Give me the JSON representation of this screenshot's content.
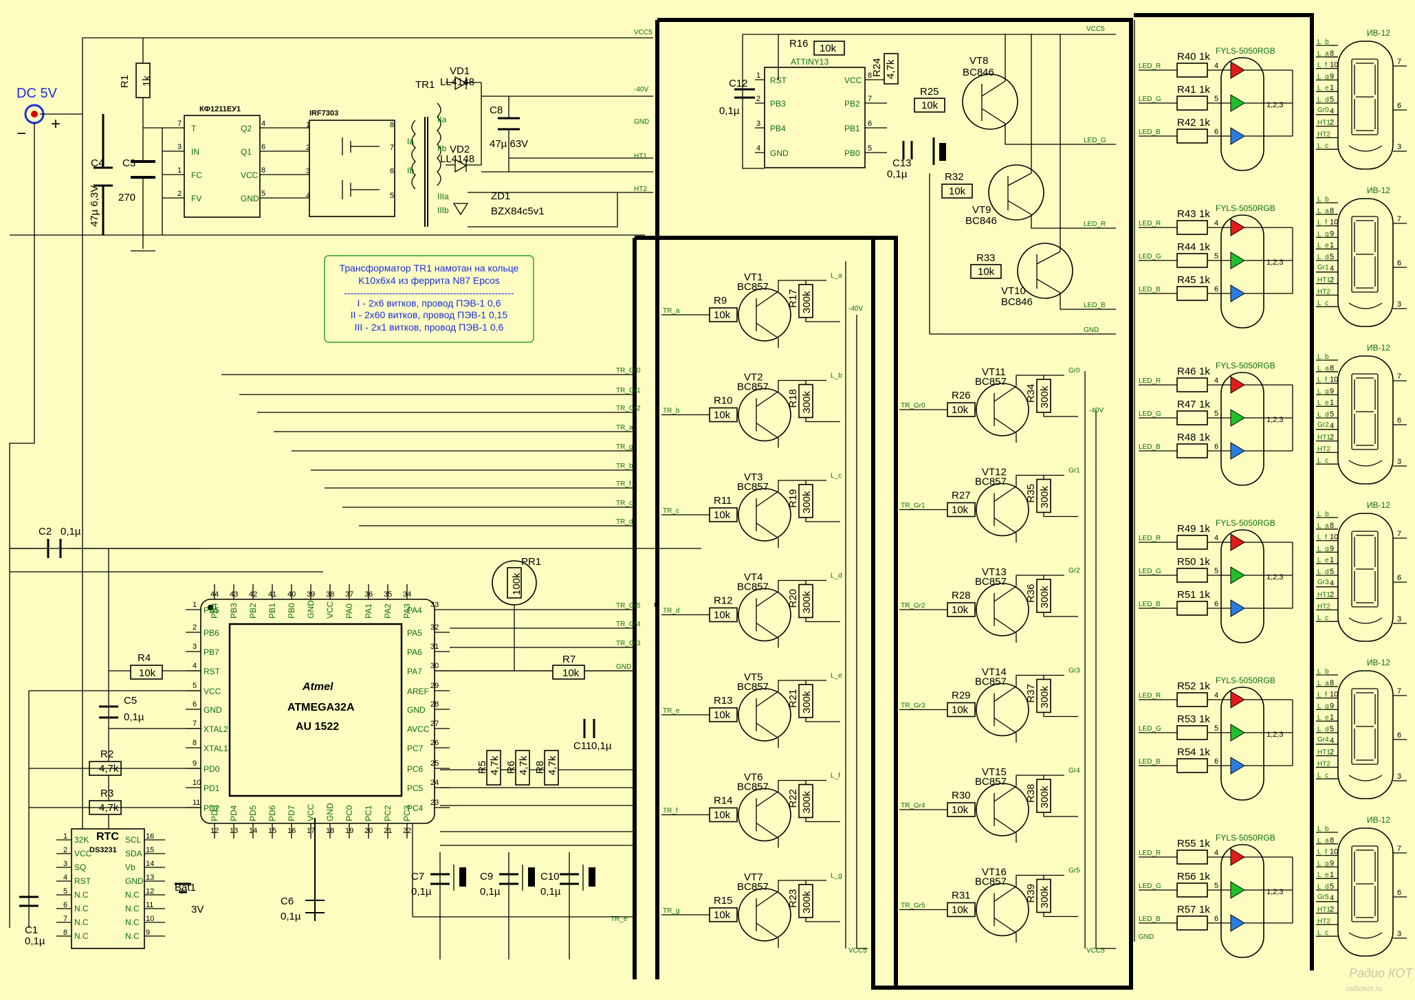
{
  "power": {
    "label": "DC 5V",
    "plus": "+",
    "minus": "−"
  },
  "transformer_note": {
    "lines": [
      "Трансформатор TR1 намотан на кольце",
      "K10x6x4 из феррита N87 Epcos",
      "-----------------------------------------------------",
      "I -  2x6 витков, провод ПЭВ-1 0,6",
      "II -  2x60 витков, провод ПЭВ-1 0,15",
      "III - 2x1 витков, провод ПЭВ-1 0,6"
    ]
  },
  "components": {
    "R1": {
      "ref": "R1",
      "val": "1k"
    },
    "C3": {
      "ref": "C3",
      "val": "270"
    },
    "C4": {
      "ref": "C4",
      "val": "47µ 6,3V"
    },
    "U1": {
      "ref": "КФ1211ЕУ1",
      "pins_l": [
        "T",
        "IN",
        "FC",
        "FV"
      ],
      "pins_r": [
        "Q2",
        "Q1",
        "VCC",
        "GND"
      ],
      "nums_l": [
        "7",
        "3",
        "1",
        "2"
      ],
      "nums_r": [
        "4",
        "6",
        "8",
        "5"
      ]
    },
    "U2": {
      "ref": "IRF7303"
    },
    "TR1": {
      "ref": "TR1"
    },
    "VD1": {
      "ref": "VD1",
      "val": "LL4148"
    },
    "VD2": {
      "ref": "VD2",
      "val": "LL4148"
    },
    "ZD1": {
      "ref": "ZD1",
      "val": "BZX84c5v1"
    },
    "C8": {
      "ref": "C8",
      "val": "47µ 63V"
    },
    "C12": {
      "ref": "C12",
      "val": "0,1µ"
    },
    "C13": {
      "ref": "C13",
      "val": "0,1µ"
    },
    "R16": {
      "ref": "R16",
      "val": "10k"
    },
    "R24": {
      "ref": "R24",
      "val": "4,7k"
    },
    "R25": {
      "ref": "R25",
      "val": "10k"
    },
    "R32": {
      "ref": "R32",
      "val": "10k"
    },
    "R33": {
      "ref": "R33",
      "val": "10k"
    },
    "U3": {
      "ref": "ATTINY13",
      "pins_l": [
        "RST",
        "PB3",
        "PB4",
        "GND"
      ],
      "pins_r": [
        "VCC",
        "PB2",
        "PB1",
        "PB0"
      ]
    },
    "VT8": {
      "ref": "VT8",
      "val": "BC846"
    },
    "VT9": {
      "ref": "VT9",
      "val": "BC846"
    },
    "VT10": {
      "ref": "VT10",
      "val": "BC846"
    },
    "MCU": {
      "name": "ATMEGA32A",
      "code": "AU 1522",
      "logo": "Atmel"
    },
    "RTC": {
      "name": "RTC",
      "chip": "DS3231",
      "pins_l": [
        "32K",
        "VCC",
        "SQ",
        "RST",
        "N.C",
        "N.C",
        "N.C",
        "N.C"
      ],
      "pins_r": [
        "SCL",
        "SDA",
        "Vb",
        "GND",
        "N.C",
        "N.C",
        "N.C",
        "N.C"
      ],
      "nums_l": [
        "1",
        "2",
        "3",
        "4",
        "5",
        "6",
        "7",
        "8"
      ],
      "nums_r": [
        "16",
        "15",
        "14",
        "13",
        "12",
        "11",
        "10",
        "9"
      ]
    },
    "Bat1": {
      "ref": "Bat1",
      "val": "3V"
    },
    "C1": {
      "ref": "C1",
      "val": "0,1µ"
    },
    "C2": {
      "ref": "C2",
      "val": "0,1µ"
    },
    "C5": {
      "ref": "C5",
      "val": "0,1µ"
    },
    "C6": {
      "ref": "C6",
      "val": "0,1µ"
    },
    "C7": {
      "ref": "C7",
      "val": "0,1µ"
    },
    "C9": {
      "ref": "C9",
      "val": "0,1µ"
    },
    "C10": {
      "ref": "C10",
      "val": "0,1µ"
    },
    "C11": {
      "ref": "C11",
      "val": "0,1µ"
    },
    "R2": {
      "ref": "R2",
      "val": "4,7k"
    },
    "R3": {
      "ref": "R3",
      "val": "4,7k"
    },
    "R4": {
      "ref": "R4",
      "val": "10k"
    },
    "R5": {
      "ref": "R5",
      "val": "4,7k"
    },
    "R6": {
      "ref": "R6",
      "val": "4,7k"
    },
    "R7": {
      "ref": "R7",
      "val": "10k"
    },
    "R8": {
      "ref": "R8",
      "val": "4,7k"
    },
    "PR1": {
      "ref": "PR1",
      "val": "100k"
    }
  },
  "mcu_pins": {
    "top": [
      {
        "n": "44",
        "s": "PB4"
      },
      {
        "n": "43",
        "s": "PB3"
      },
      {
        "n": "42",
        "s": "PB2"
      },
      {
        "n": "41",
        "s": "PB1"
      },
      {
        "n": "40",
        "s": "PB0"
      },
      {
        "n": "39",
        "s": "GND"
      },
      {
        "n": "38",
        "s": "VCC"
      },
      {
        "n": "37",
        "s": "PA0"
      },
      {
        "n": "36",
        "s": "PA1"
      },
      {
        "n": "35",
        "s": "PA2"
      },
      {
        "n": "34",
        "s": "PA3"
      }
    ],
    "left": [
      {
        "n": "1",
        "s": "PB5"
      },
      {
        "n": "2",
        "s": "PB6"
      },
      {
        "n": "3",
        "s": "PB7"
      },
      {
        "n": "4",
        "s": "RST"
      },
      {
        "n": "5",
        "s": "VCC"
      },
      {
        "n": "6",
        "s": "GND"
      },
      {
        "n": "7",
        "s": "XTAL2"
      },
      {
        "n": "8",
        "s": "XTAL1"
      },
      {
        "n": "9",
        "s": "PD0"
      },
      {
        "n": "10",
        "s": "PD1"
      },
      {
        "n": "11",
        "s": "PD2"
      }
    ],
    "right": [
      {
        "n": "33",
        "s": "PA4"
      },
      {
        "n": "32",
        "s": "PA5"
      },
      {
        "n": "31",
        "s": "PA6"
      },
      {
        "n": "30",
        "s": "PA7"
      },
      {
        "n": "29",
        "s": "AREF"
      },
      {
        "n": "28",
        "s": "GND"
      },
      {
        "n": "27",
        "s": "AVCC"
      },
      {
        "n": "26",
        "s": "PC7"
      },
      {
        "n": "25",
        "s": "PC6"
      },
      {
        "n": "24",
        "s": "PC5"
      },
      {
        "n": "23",
        "s": "PC4"
      }
    ],
    "bottom": [
      {
        "n": "12",
        "s": "PD3"
      },
      {
        "n": "13",
        "s": "PD4"
      },
      {
        "n": "14",
        "s": "PD5"
      },
      {
        "n": "15",
        "s": "PD6"
      },
      {
        "n": "16",
        "s": "PD7"
      },
      {
        "n": "17",
        "s": "VCC"
      },
      {
        "n": "18",
        "s": "GND"
      },
      {
        "n": "19",
        "s": "PC0"
      },
      {
        "n": "20",
        "s": "PC1"
      },
      {
        "n": "21",
        "s": "PC2"
      },
      {
        "n": "22",
        "s": "PC3"
      }
    ]
  },
  "bus_left": [
    "TR_Gr0",
    "TR_Gr1",
    "TR_Gr2",
    "TR_a",
    "TR_g",
    "TR_b",
    "TR_f",
    "TR_c",
    "TR_d"
  ],
  "bus_right_mcu": [
    "TR_Gr5",
    "TR_Gr4",
    "TR_Gr3",
    "GND"
  ],
  "bus_top": [
    "VCC5",
    "-40V",
    "GND",
    "HT1",
    "HT2"
  ],
  "tr_e": "TR_e",
  "anode_drivers": [
    {
      "vt": "VT1",
      "r": "R9",
      "rv": "10k",
      "rp": "R17",
      "rpv": "300k",
      "in": "TR_a",
      "out": "L_a",
      "type": "BC857"
    },
    {
      "vt": "VT2",
      "r": "R10",
      "rv": "10k",
      "rp": "R18",
      "rpv": "300k",
      "in": "TR_b",
      "out": "L_b",
      "type": "BC857"
    },
    {
      "vt": "VT3",
      "r": "R11",
      "rv": "10k",
      "rp": "R19",
      "rpv": "300k",
      "in": "TR_c",
      "out": "L_c",
      "type": "BC857"
    },
    {
      "vt": "VT4",
      "r": "R12",
      "rv": "10k",
      "rp": "R20",
      "rpv": "300k",
      "in": "TR_d",
      "out": "L_d",
      "type": "BC857"
    },
    {
      "vt": "VT5",
      "r": "R13",
      "rv": "10k",
      "rp": "R21",
      "rpv": "300k",
      "in": "TR_e",
      "out": "L_e",
      "type": "BC857"
    },
    {
      "vt": "VT6",
      "r": "R14",
      "rv": "10k",
      "rp": "R22",
      "rpv": "300k",
      "in": "TR_f",
      "out": "L_f",
      "type": "BC857"
    },
    {
      "vt": "VT7",
      "r": "R15",
      "rv": "10k",
      "rp": "R23",
      "rpv": "300k",
      "in": "TR_g",
      "out": "L_g",
      "type": "BC857"
    }
  ],
  "anode_labels": {
    "m40v": "-40V",
    "vcc5": "VCC5"
  },
  "grid_drivers": [
    {
      "vt": "VT11",
      "r": "R26",
      "rv": "10k",
      "rp": "R34",
      "rpv": "300k",
      "in": "TR_Gr0",
      "out": "Gr0",
      "type": "BC857"
    },
    {
      "vt": "VT12",
      "r": "R27",
      "rv": "10k",
      "rp": "R35",
      "rpv": "300k",
      "in": "TR_Gr1",
      "out": "Gr1",
      "type": "BC857"
    },
    {
      "vt": "VT13",
      "r": "R28",
      "rv": "10k",
      "rp": "R36",
      "rpv": "300k",
      "in": "TR_Gr2",
      "out": "Gr2",
      "type": "BC857"
    },
    {
      "vt": "VT14",
      "r": "R29",
      "rv": "10k",
      "rp": "R37",
      "rpv": "300k",
      "in": "TR_Gr3",
      "out": "Gr3",
      "type": "BC857"
    },
    {
      "vt": "VT15",
      "r": "R30",
      "rv": "10k",
      "rp": "R38",
      "rpv": "300k",
      "in": "TR_Gr4",
      "out": "Gr4",
      "type": "BC857"
    },
    {
      "vt": "VT16",
      "r": "R31",
      "rv": "10k",
      "rp": "R39",
      "rpv": "300k",
      "in": "TR_Gr5",
      "out": "Gr5",
      "type": "BC857"
    }
  ],
  "grid_labels": {
    "m40v": "-40V",
    "vcc5": "VCC5"
  },
  "rgb_top_nets": [
    "VCC5",
    "LED_G",
    "LED_R",
    "LED_B",
    "GND"
  ],
  "led_groups": [
    {
      "name": "FYLS-5050RGB",
      "r": [
        "R40",
        "R41",
        "R42"
      ]
    },
    {
      "name": "FYLS-5050RGB",
      "r": [
        "R43",
        "R44",
        "R45"
      ]
    },
    {
      "name": "FYLS-5050RGB",
      "r": [
        "R46",
        "R47",
        "R48"
      ]
    },
    {
      "name": "FYLS-5050RGB",
      "r": [
        "R49",
        "R50",
        "R51"
      ]
    },
    {
      "name": "FYLS-5050RGB",
      "r": [
        "R52",
        "R53",
        "R54"
      ]
    },
    {
      "name": "FYLS-5050RGB",
      "r": [
        "R55",
        "R56",
        "R57"
      ]
    }
  ],
  "led_common": {
    "rv": "1k",
    "nets": [
      "LED_R",
      "LED_G",
      "LED_B"
    ],
    "pins": [
      "4",
      "5",
      "6"
    ],
    "common": "1,2,3",
    "gnd": "GND"
  },
  "tubes": [
    {
      "name": "ИВ-12",
      "grid": "Gr0"
    },
    {
      "name": "ИВ-12",
      "grid": "Gr1"
    },
    {
      "name": "ИВ-12",
      "grid": "Gr2"
    },
    {
      "name": "ИВ-12",
      "grid": "Gr3"
    },
    {
      "name": "ИВ-12",
      "grid": "Gr4"
    },
    {
      "name": "ИВ-12",
      "grid": "Gr5"
    }
  ],
  "tube_pins": {
    "left": [
      {
        "s": "L_b",
        "n": ""
      },
      {
        "s": "L_a",
        "n": "8"
      },
      {
        "s": "L_f",
        "n": "10"
      },
      {
        "s": "L_g",
        "n": "9"
      },
      {
        "s": "L_e",
        "n": "1"
      },
      {
        "s": "L_d",
        "n": "5"
      },
      {
        "s": "",
        "n": "4"
      },
      {
        "s": "HT1",
        "n": "2"
      },
      {
        "s": "HT2",
        "n": ""
      },
      {
        "s": "L_c",
        "n": ""
      }
    ],
    "right": [
      "7",
      "6",
      "3"
    ]
  },
  "watermark": {
    "line1": "Радио КОТ",
    "line2": "radiokot.ru"
  }
}
